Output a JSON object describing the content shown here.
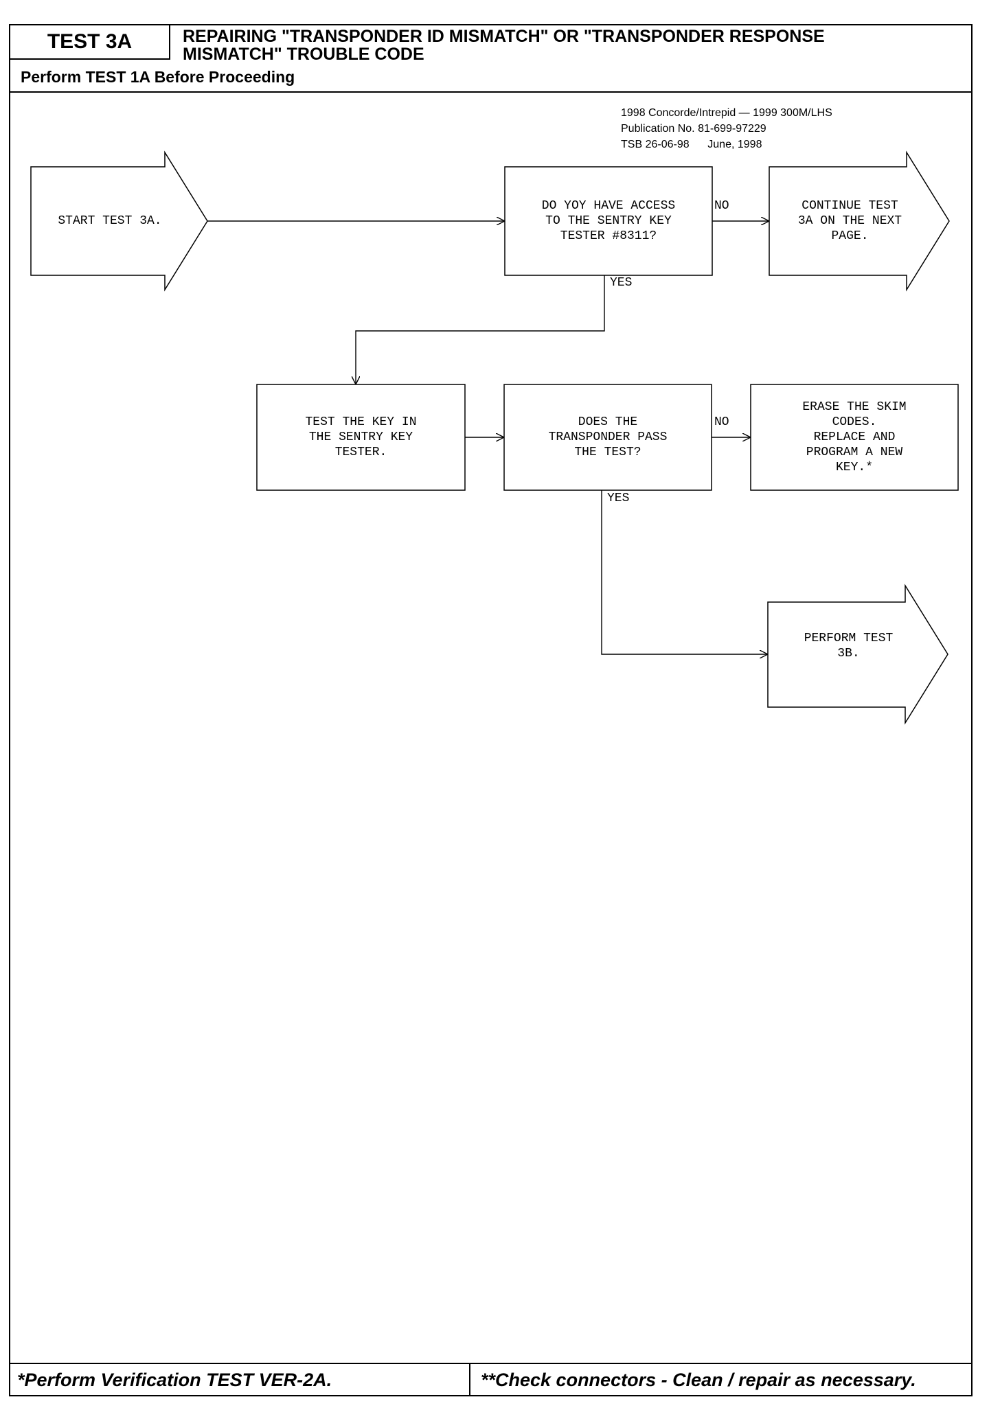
{
  "header": {
    "test_id": "TEST 3A",
    "title_line1": "REPAIRING \"TRANSPONDER ID MISMATCH\" OR \"TRANSPONDER RESPONSE",
    "title_line2": "MISMATCH\" TROUBLE CODE",
    "subtitle": "Perform TEST 1A Before Proceeding"
  },
  "publication": {
    "line1": "1998 Concorde/Intrepid — 1999 300M/LHS",
    "line2": "Publication No. 81-699-97229",
    "line3": "TSB 26-06-98      June, 1998"
  },
  "flowchart": {
    "start": "START TEST 3A.",
    "q_access": "DO YOY HAVE ACCESS\nTO THE SENTRY KEY\nTESTER #8311?",
    "continue_next": "CONTINUE TEST\n3A ON THE NEXT\nPAGE.",
    "test_key": "TEST THE KEY IN\nTHE SENTRY KEY\nTESTER.",
    "q_pass": "DOES THE\nTRANSPONDER PASS\nTHE TEST?",
    "erase_codes": "ERASE THE SKIM\nCODES.\nREPLACE AND\nPROGRAM A NEW\nKEY.*",
    "perform_3b": "PERFORM TEST\n3B.",
    "label_no_1": "NO",
    "label_yes_1": "YES",
    "label_no_2": "NO",
    "label_yes_2": "YES"
  },
  "footer": {
    "left": "*Perform Verification TEST VER-2A.",
    "right": "**Check connectors - Clean / repair as necessary."
  }
}
